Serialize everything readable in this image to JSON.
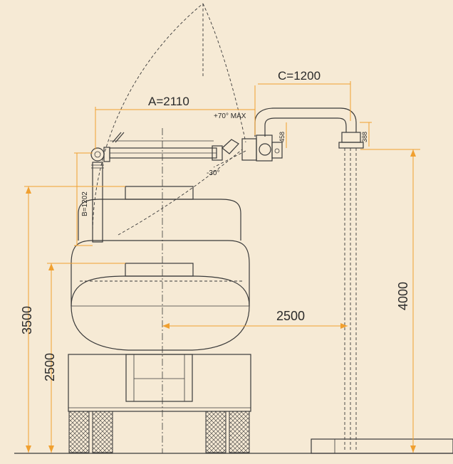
{
  "dimensions": {
    "a_reach": "A=2110",
    "c_reach": "C=1200",
    "b_drop": "B=1202",
    "rise_458": "458",
    "rise_388": "388",
    "angle_up": "+70° MAX",
    "angle_down": "-30°",
    "horizontal_2500": "2500",
    "height_3500": "3500",
    "height_2500": "2500",
    "height_4000": "4000"
  },
  "colors": {
    "background": "#f6ead5",
    "line": "#3a3a3a",
    "dimension": "#f0a030"
  }
}
